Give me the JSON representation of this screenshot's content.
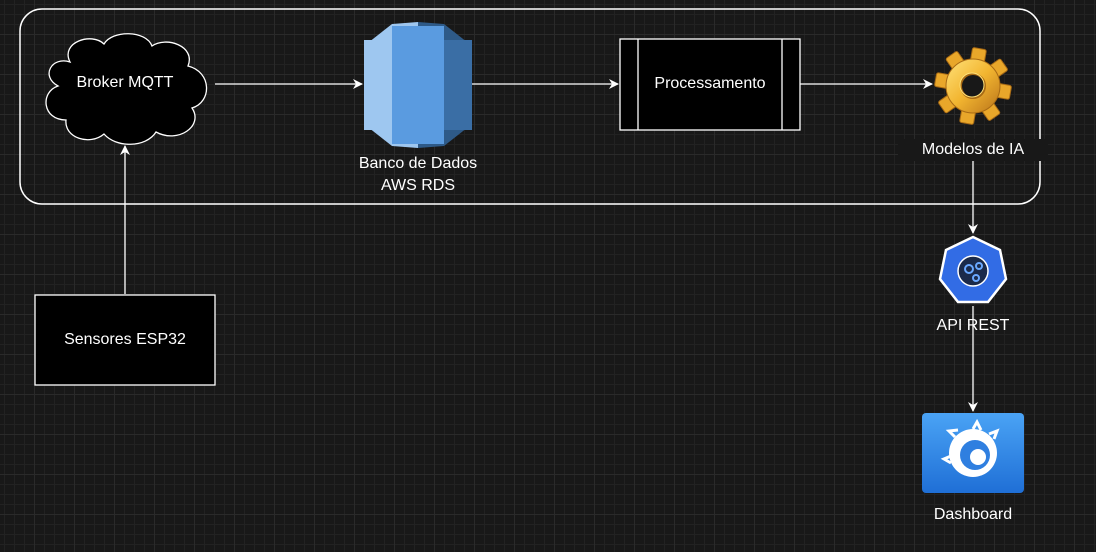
{
  "nodes": {
    "broker": {
      "label": "Broker MQTT"
    },
    "database": {
      "label": "Banco de Dados\nAWS RDS"
    },
    "processing": {
      "label": "Processamento"
    },
    "ai_models": {
      "label": "Modelos de IA"
    },
    "sensors": {
      "label": "Sensores ESP32"
    },
    "api": {
      "label": "API REST"
    },
    "dashboard": {
      "label": "Dashboard"
    }
  },
  "colors": {
    "background": "#181818",
    "stroke": "#ffffff",
    "rds_light": "#5a9be0",
    "rds_dark": "#3a6ea5",
    "k8s_blue": "#326ce5",
    "grafana_blue": "#2f7fe0",
    "gear_gold": "#f2b530"
  }
}
